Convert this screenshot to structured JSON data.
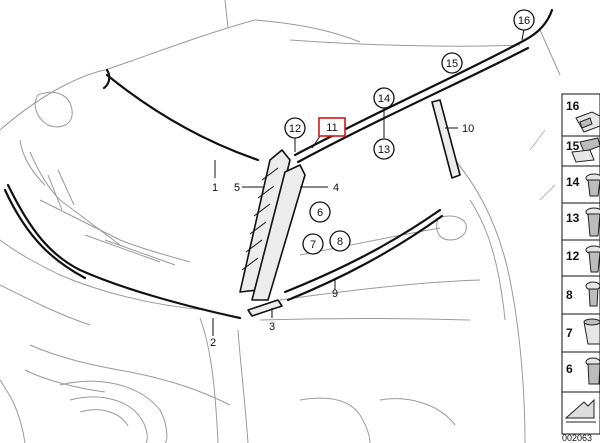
{
  "callouts": [
    {
      "id": "c16",
      "label": "16",
      "style": "circle"
    },
    {
      "id": "c15",
      "label": "15",
      "style": "circle"
    },
    {
      "id": "c14",
      "label": "14",
      "style": "circle"
    },
    {
      "id": "c13",
      "label": "13",
      "style": "circle"
    },
    {
      "id": "c12",
      "label": "12",
      "style": "circle"
    },
    {
      "id": "c11",
      "label": "11",
      "style": "highlight-box"
    },
    {
      "id": "c10",
      "label": "10",
      "style": "plain"
    },
    {
      "id": "c1",
      "label": "1",
      "style": "plain"
    },
    {
      "id": "c5",
      "label": "5",
      "style": "plain"
    },
    {
      "id": "c4",
      "label": "4",
      "style": "plain"
    },
    {
      "id": "c6",
      "label": "6",
      "style": "circle"
    },
    {
      "id": "c7",
      "label": "7",
      "style": "circle"
    },
    {
      "id": "c8",
      "label": "8",
      "style": "circle"
    },
    {
      "id": "c9",
      "label": "9",
      "style": "plain"
    },
    {
      "id": "c3",
      "label": "3",
      "style": "plain"
    },
    {
      "id": "c2",
      "label": "2",
      "style": "plain"
    }
  ],
  "legend": {
    "items": [
      {
        "label": "16",
        "icon": "trim-clip-icon"
      },
      {
        "label": "15",
        "icon": "bracket-clip-icon"
      },
      {
        "label": "14",
        "icon": "expanding-clip-icon"
      },
      {
        "label": "13",
        "icon": "rivet-clip-icon"
      },
      {
        "label": "12",
        "icon": "spreading-rivet-icon"
      },
      {
        "label": "8",
        "icon": "push-clip-icon"
      },
      {
        "label": "7",
        "icon": "cup-clip-icon"
      },
      {
        "label": "6",
        "icon": "grommet-clip-icon"
      }
    ],
    "reference": "002063"
  },
  "colors": {
    "line": "#111111",
    "car_outline": "#9a9a9a",
    "highlight": "#d01818",
    "background": "#ffffff"
  }
}
